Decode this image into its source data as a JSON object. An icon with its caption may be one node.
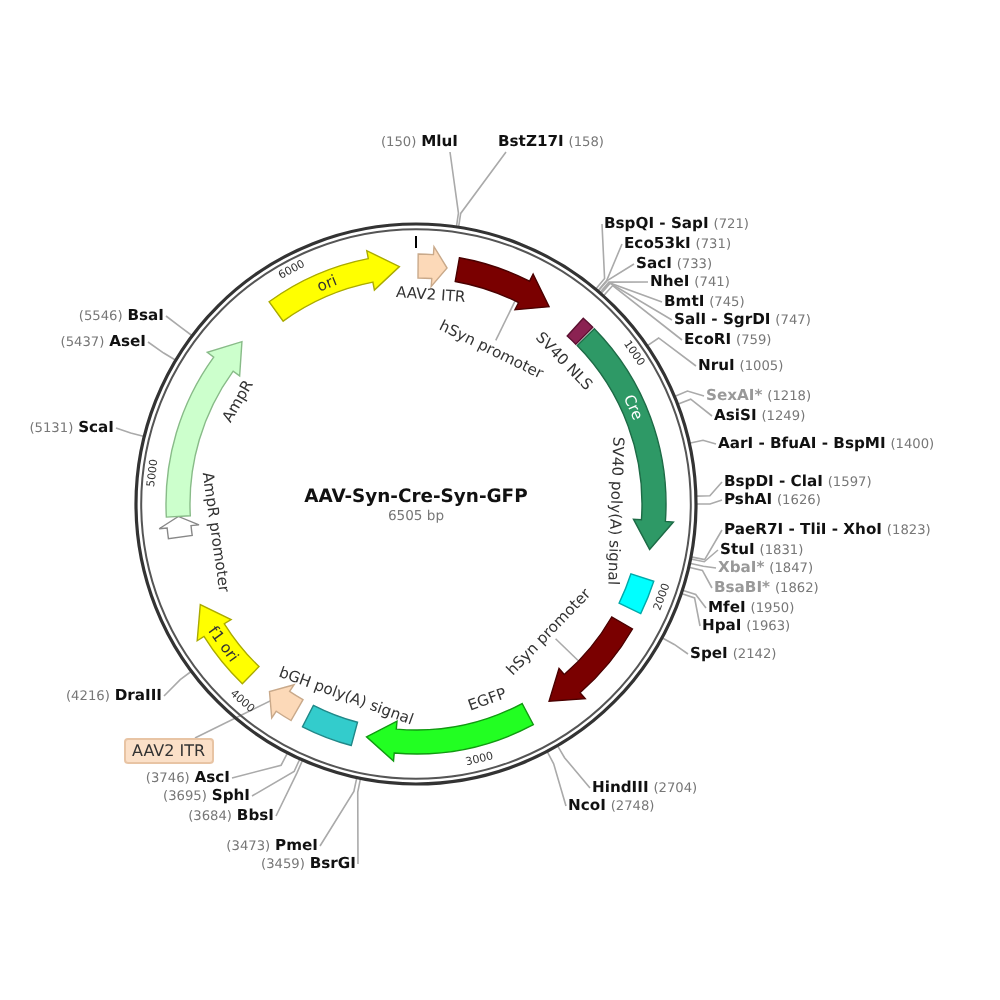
{
  "diagram": {
    "title": "AAV-Syn-Cre-Syn-GFP",
    "nodes": [
      {
        "text": [
          "(150)",
          "MluI"
        ]
      },
      {
        "text": [
          "BstZ17I",
          "(158)"
        ]
      },
      {
        "text": [
          "BspQI - SapI",
          "(721)"
        ]
      },
      {
        "text": [
          "Eco53kI",
          "(731)"
        ]
      },
      {
        "text": [
          "SacI",
          "(733)"
        ]
      },
      {
        "text": [
          "NheI",
          "(741)"
        ]
      },
      {
        "text": [
          "BmtI",
          "(745)"
        ]
      },
      {
        "text": [
          "SalI - SgrDI",
          "(747)"
        ]
      },
      {
        "text": [
          "EcoRI",
          "(759)"
        ]
      },
      {
        "text": [
          "NruI",
          "(1005)"
        ]
      },
      {
        "text": [
          "SexAI*",
          "(1218)"
        ]
      },
      {
        "text": [
          "AsiSI",
          "(1249)"
        ]
      },
      {
        "text": [
          "AarI - BfuAI - BspMI",
          "(1400)"
        ]
      },
      {
        "text": [
          "BspDI - ClaI",
          "(1597)"
        ]
      },
      {
        "text": [
          "PshAI",
          "(1626)"
        ]
      },
      {
        "text": [
          "PaeR7I - TliI - XhoI",
          "(1823)"
        ]
      },
      {
        "text": [
          "StuI",
          "(1831)"
        ]
      },
      {
        "text": [
          "XbaI*",
          "(1847)"
        ]
      },
      {
        "text": [
          "BsaBI*",
          "(1862)"
        ]
      },
      {
        "text": [
          "MfeI",
          "(1950)"
        ]
      },
      {
        "text": [
          "HpaI",
          "(1963)"
        ]
      },
      {
        "text": [
          "SpeI",
          "(2142)"
        ]
      },
      {
        "text": [
          "HindIII",
          "(2704)"
        ]
      },
      {
        "text": [
          "NcoI",
          "(2748)"
        ]
      },
      {
        "text": [
          "(3459)",
          "BsrGI"
        ]
      },
      {
        "text": [
          "(3473)",
          "PmeI"
        ]
      },
      {
        "text": [
          "(3684)",
          "BbsI"
        ]
      },
      {
        "text": [
          "(3695)",
          "SphI"
        ]
      },
      {
        "text": [
          "(3746)",
          "AscI"
        ]
      },
      {
        "text": [
          "(4216)",
          "DraIII"
        ]
      },
      {
        "text": [
          "(5131)",
          "ScaI"
        ]
      },
      {
        "text": [
          "(5437)",
          "AseI"
        ]
      },
      {
        "text": [
          "(5546)",
          "BsaI"
        ]
      },
      {
        "text": [],
        "shape": "circle"
      },
      {
        "text": [
          "AAV2 ITR"
        ],
        "in": 33
      },
      {
        "text": [
          "hSyn promoter"
        ],
        "in": 33
      },
      {
        "text": [],
        "shape": "arrow",
        "in": 33
      },
      {
        "text": [
          "SV40 NLS"
        ],
        "in": 33
      },
      {
        "text": [
          "Cre"
        ],
        "in": 33
      },
      {
        "text": [
          "SV40 poly(A) signal"
        ],
        "in": 33
      },
      {
        "text": [
          "hSyn promoter"
        ],
        "in": 33
      },
      {
        "text": [],
        "shape": "arrow",
        "in": 33
      },
      {
        "text": [
          "EGFP"
        ],
        "in": 33
      },
      {
        "text": [
          "bGH poly(A) signal"
        ],
        "in": 33
      },
      {
        "text": [
          "AAV2 ITR"
        ]
      },
      {
        "text": [],
        "shape": "arrow",
        "in": 33
      },
      {
        "text": [
          "f1 ori"
        ],
        "in": 33
      },
      {
        "text": [
          "AmpR promoter"
        ],
        "in": 33
      },
      {
        "text": [
          "AmpR"
        ],
        "in": 33
      },
      {
        "text": [
          "ori"
        ],
        "in": 33
      }
    ],
    "edges": [
      {
        "from": 0,
        "to": 33,
        "arrow": "none"
      },
      {
        "from": 1,
        "to": 33,
        "arrow": "none"
      },
      {
        "from": 2,
        "to": 33,
        "arrow": "none"
      },
      {
        "from": 3,
        "to": 33,
        "arrow": "none"
      },
      {
        "from": 4,
        "to": 33,
        "arrow": "none"
      },
      {
        "from": 5,
        "to": 33,
        "arrow": "none"
      },
      {
        "from": 6,
        "to": 33,
        "arrow": "none"
      },
      {
        "from": 7,
        "to": 33,
        "arrow": "none"
      },
      {
        "from": 8,
        "to": 33,
        "arrow": "none"
      },
      {
        "from": 9,
        "to": 33,
        "arrow": "none"
      },
      {
        "from": 10,
        "to": 33,
        "arrow": "none"
      },
      {
        "from": 11,
        "to": 33,
        "arrow": "none"
      },
      {
        "from": 12,
        "to": 33,
        "arrow": "none"
      },
      {
        "from": 13,
        "to": 33,
        "arrow": "none"
      },
      {
        "from": 14,
        "to": 33,
        "arrow": "none"
      },
      {
        "from": 15,
        "to": 33,
        "arrow": "none"
      },
      {
        "from": 16,
        "to": 33,
        "arrow": "none"
      },
      {
        "from": 17,
        "to": 33,
        "arrow": "none"
      },
      {
        "from": 18,
        "to": 33,
        "arrow": "none"
      },
      {
        "from": 19,
        "to": 33,
        "arrow": "none"
      },
      {
        "from": 20,
        "to": 33,
        "arrow": "none"
      },
      {
        "from": 21,
        "to": 33,
        "arrow": "none"
      },
      {
        "from": 22,
        "to": 33,
        "arrow": "none"
      },
      {
        "from": 23,
        "to": 33,
        "arrow": "none"
      },
      {
        "from": 24,
        "to": 33,
        "arrow": "none"
      },
      {
        "from": 25,
        "to": 33,
        "arrow": "none"
      },
      {
        "from": 26,
        "to": 33,
        "arrow": "none"
      },
      {
        "from": 27,
        "to": 33,
        "arrow": "none"
      },
      {
        "from": 28,
        "to": 33,
        "arrow": "none"
      },
      {
        "from": 29,
        "to": 33,
        "arrow": "none"
      },
      {
        "from": 30,
        "to": 33,
        "arrow": "none"
      },
      {
        "from": 31,
        "to": 33,
        "arrow": "none"
      },
      {
        "from": 32,
        "to": 33,
        "arrow": "none"
      },
      {
        "from": 35,
        "to": 36,
        "arrow": "none"
      },
      {
        "from": 40,
        "to": 41,
        "arrow": "none"
      },
      {
        "from": 44,
        "to": 45,
        "arrow": "none"
      }
    ],
    "labels": [
      "6505 bp",
      "1000",
      "2000",
      "3000",
      "4000",
      "5000",
      "6000"
    ]
  }
}
